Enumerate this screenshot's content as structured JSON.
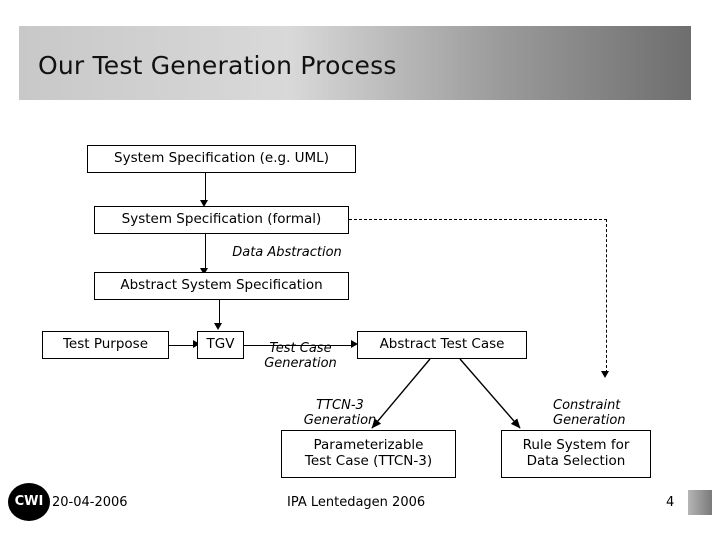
{
  "slide": {
    "title": "Our Test Generation Process",
    "page_number": "4",
    "date": "20-04-2006",
    "footer_center": "IPA Lentedagen 2006",
    "logo_text": "CWI"
  },
  "diagram": {
    "boxes": [
      {
        "id": "system-spec-uml",
        "label": "System Specification (e.g. UML)"
      },
      {
        "id": "system-spec-formal",
        "label": "System Specification (formal)"
      },
      {
        "id": "abstract-system-spec",
        "label": "Abstract System Specification"
      },
      {
        "id": "test-purpose",
        "label": "Test Purpose"
      },
      {
        "id": "tgv",
        "label": "TGV"
      },
      {
        "id": "abstract-test-case",
        "label": "Abstract Test Case"
      },
      {
        "id": "parameterizable-test-case",
        "label": "Parameterizable\nTest Case (TTCN-3)"
      },
      {
        "id": "rule-system",
        "label": "Rule System for\nData Selection"
      }
    ],
    "labels": [
      {
        "id": "data-abstraction",
        "text": "Data Abstraction"
      },
      {
        "id": "test-case-generation",
        "text": "Test Case\nGeneration"
      },
      {
        "id": "ttcn3-generation",
        "text": "TTCN-3\nGeneration"
      },
      {
        "id": "constraint-generation",
        "text": "Constraint\nGeneration"
      }
    ]
  },
  "colors": {
    "title_text": "#111111",
    "box_border": "#000000",
    "background": "#ffffff"
  }
}
